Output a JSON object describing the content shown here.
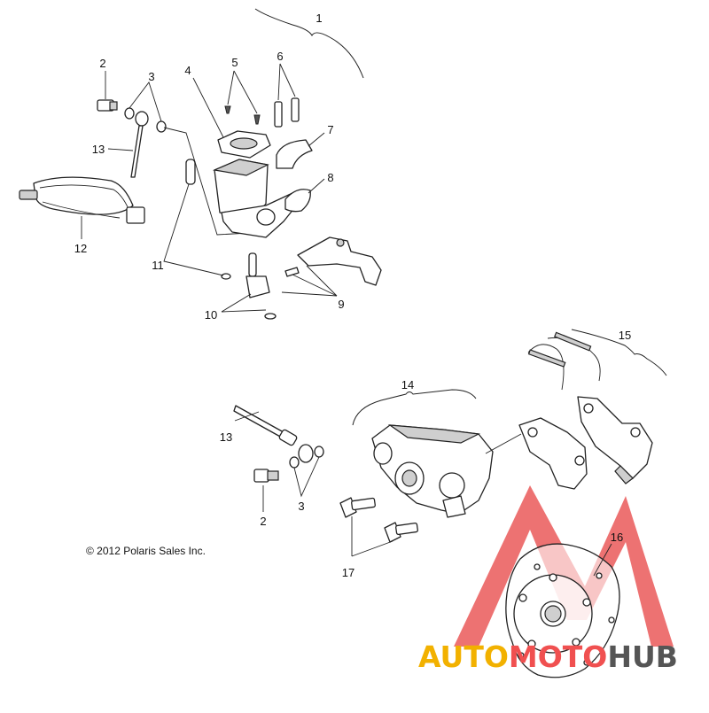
{
  "callouts": {
    "c1": "1",
    "c2a": "2",
    "c2b": "2",
    "c3a": "3",
    "c3b": "3",
    "c4": "4",
    "c5": "5",
    "c6": "6",
    "c7": "7",
    "c8": "8",
    "c9": "9",
    "c10": "10",
    "c11": "11",
    "c12": "12",
    "c13a": "13",
    "c13b": "13",
    "c14": "14",
    "c15": "15",
    "c16": "16",
    "c17": "17"
  },
  "copyright": "© 2012 Polaris Sales Inc.",
  "watermark": {
    "part1": "AUTO",
    "part2": "MOTO",
    "part3": "HUB",
    "colors": {
      "auto": "#f2b100",
      "moto": "#f05050",
      "hub": "#555555",
      "triangle": "#e53030"
    }
  }
}
